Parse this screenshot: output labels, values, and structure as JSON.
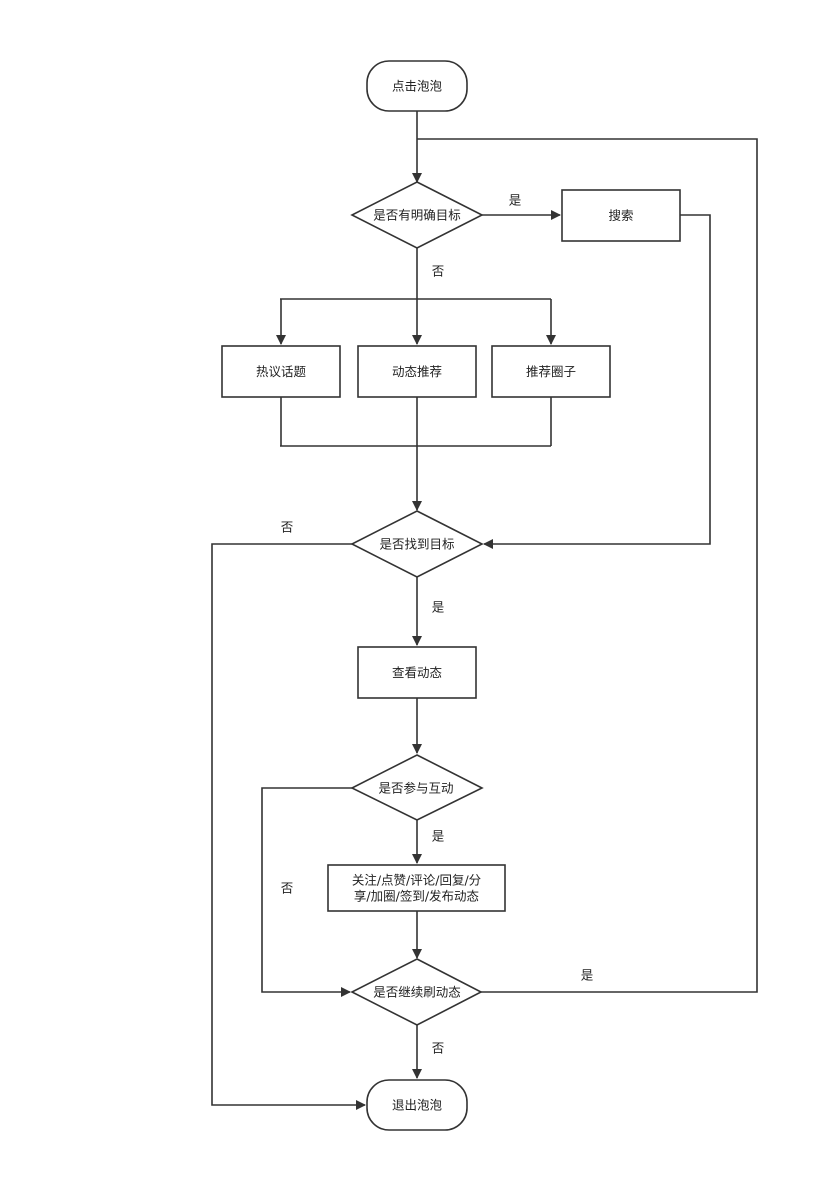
{
  "nodes": {
    "start": "点击泡泡",
    "has_target": "是否有明确目标",
    "search": "搜索",
    "hot_topics": "热议话题",
    "feed_recommend": "动态推荐",
    "circle_recommend": "推荐圈子",
    "found_target": "是否找到目标",
    "view_feed": "查看动态",
    "join_interaction": "是否参与互动",
    "actions_line1": "关注/点赞/评论/回复/分",
    "actions_line2": "享/加圈/签到/发布动态",
    "keep_scrolling": "是否继续刷动态",
    "exit": "退出泡泡"
  },
  "edge_labels": {
    "has_target_yes": "是",
    "has_target_no": "否",
    "found_no": "否",
    "found_yes": "是",
    "interact_yes": "是",
    "interact_no": "否",
    "continue_yes": "是",
    "continue_no": "否"
  },
  "colors": {
    "stroke": "#333333",
    "fill": "#ffffff",
    "text": "#222222"
  }
}
